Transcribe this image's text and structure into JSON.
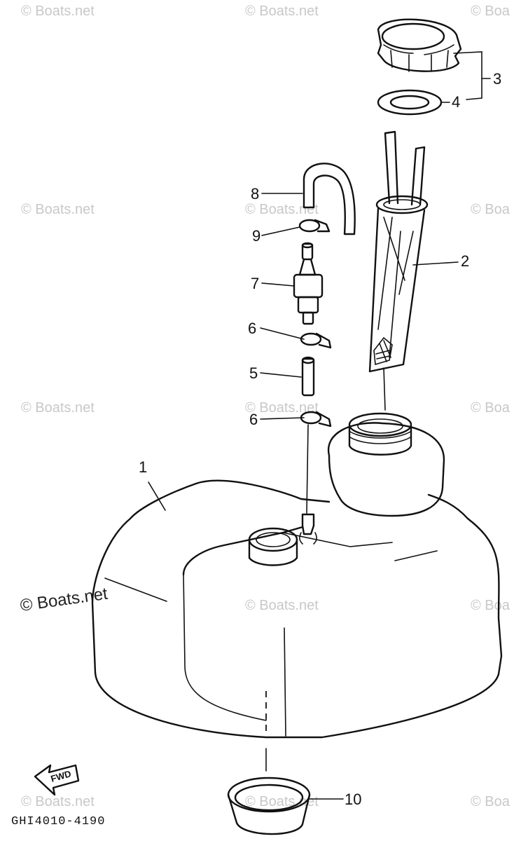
{
  "diagram": {
    "code": "GHI4010-4190",
    "fwd_label": "FWD",
    "watermark": "© Boats.net",
    "watermark_partial": "© Boa",
    "callouts": {
      "c1": "1",
      "c2": "2",
      "c3": "3",
      "c4": "4",
      "c5": "5",
      "c6a": "6",
      "c6b": "6",
      "c7": "7",
      "c8": "8",
      "c9": "9",
      "c10": "10"
    }
  }
}
